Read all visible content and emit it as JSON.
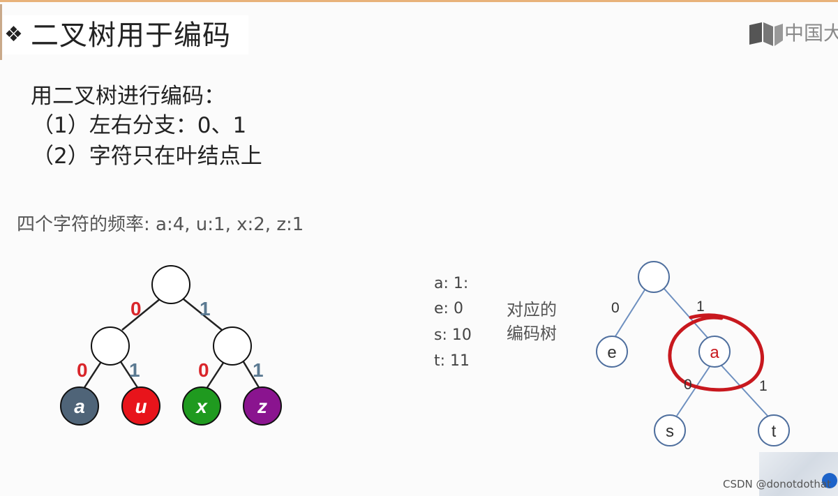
{
  "slide": {
    "title_bullet": "❖",
    "title": "二叉树用于编码",
    "logo_text": "中国大"
  },
  "intro": {
    "line1": "用二叉树进行编码：",
    "line2": "（1）左右分支：0、1",
    "line3": "（2）字符只在叶结点上"
  },
  "frequency_text": "四个字符的频率: a:4, u:1, x:2, z:1",
  "left_tree": {
    "edge_labels": [
      "0",
      "1",
      "0",
      "1",
      "0",
      "1"
    ],
    "leaves": [
      {
        "label": "a",
        "color": "#4f6478"
      },
      {
        "label": "u",
        "color": "#e8141b"
      },
      {
        "label": "x",
        "color": "#1f9a1f"
      },
      {
        "label": "z",
        "color": "#8a148f"
      }
    ],
    "edge_color_zero": "#d9262b",
    "edge_color_one": "#5b7a92"
  },
  "codes": [
    {
      "text": "a: 1:"
    },
    {
      "text": "e: 0"
    },
    {
      "text": "s: 10"
    },
    {
      "text": "t: 11"
    }
  ],
  "corresponding_label": {
    "line1": "对应的",
    "line2": "编码树"
  },
  "right_tree": {
    "node_labels": [
      "e",
      "a",
      "s",
      "t"
    ],
    "edge_labels": [
      "0",
      "1",
      "0",
      "1"
    ],
    "node_stroke": "#4f6f9e",
    "edge_color": "#6d8fbf",
    "highlight_color": "#c8181e"
  },
  "watermark": "CSDN @donotdothat"
}
